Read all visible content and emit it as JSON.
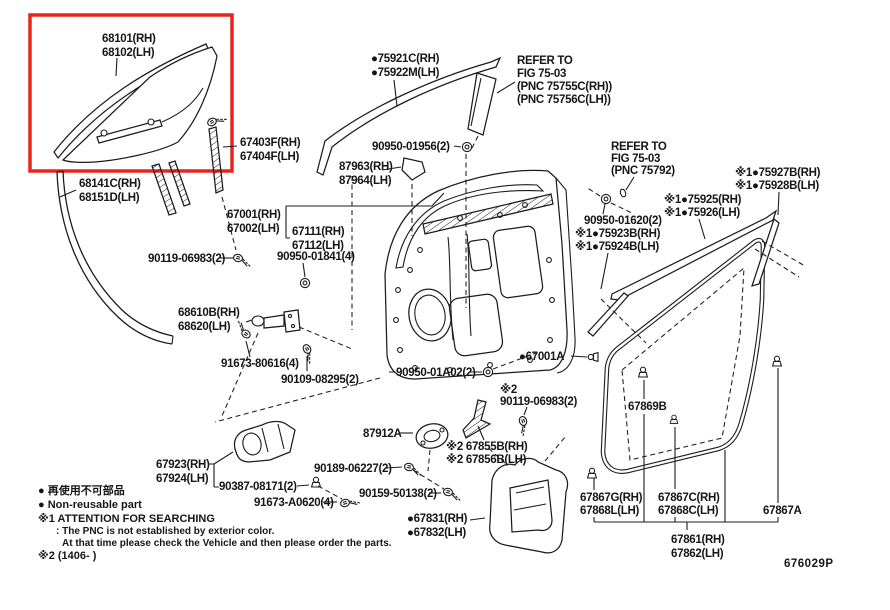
{
  "figure_code": "676029P",
  "colors": {
    "highlight": "#e8251d",
    "line": "#1c1c1c",
    "background": "#ffffff"
  },
  "legend": {
    "nonreusable_jp": "● 再使用不可部品",
    "nonreusable_en": "● Non-reusable part",
    "note1_title": "※1 ATTENTION FOR SEARCHING",
    "note1_line1": ": The PNC is not established by exterior color.",
    "note1_line2": "At that time please check the Vehicle and then please order the parts.",
    "note2": "※2 (1406-    )"
  },
  "callouts": {
    "door_glass": {
      "l1": "68101(RH)",
      "l2": "68102(LH)"
    },
    "rear_sash": {
      "l1": "67403F(RH)",
      "l2": "67404F(LH)"
    },
    "glass_run": {
      "l1": "68141C(RH)",
      "l2": "68151D(LH)"
    },
    "outer_moulding": {
      "l1": "●75921C(RH)",
      "l2": "●75922M(LH)"
    },
    "refer_pillar": {
      "l1": "REFER TO",
      "l2": "FIG 75-03",
      "l3": "(PNC 75755C(RH))",
      "l4": "(PNC 75756C(LH))"
    },
    "grommet_01956": {
      "l1": "90950-01956(2)"
    },
    "pad": {
      "l1": "87963(RH)",
      "l2": "87964(LH)"
    },
    "refer_75792": {
      "l1": "REFER TO",
      "l2": "FIG 75-03",
      "l3": "(PNC 75792)"
    },
    "moulding_75927": {
      "l1": "※1●75927B(RH)",
      "l2": "※1●75928B(LH)"
    },
    "moulding_75925": {
      "l1": "※1●75925(RH)",
      "l2": "※1●75926(LH)"
    },
    "grommet_01620": {
      "l1": "90950-01620(2)"
    },
    "retainer_75923": {
      "l1": "※1●75923B(RH)",
      "l2": "※1●75924B(LH)"
    },
    "door_panel": {
      "l1": "67001(RH)",
      "l2": "67002(LH)"
    },
    "inner_panel": {
      "l1": "67111(RH)",
      "l2": "67112(LH)"
    },
    "bolt_06983": {
      "l1": "90119-06983(2)"
    },
    "grommet_01841": {
      "l1": "90950-01841(4)"
    },
    "door_check": {
      "l1": "68610B(RH)",
      "l2": "68620(LH)"
    },
    "bolt_80616": {
      "l1": "91673-80616(4)"
    },
    "screw_08295": {
      "l1": "90109-08295(2)"
    },
    "grommet_01A02": {
      "l1": "90950-01A02(2)"
    },
    "pad_87912A": {
      "l1": "87912A"
    },
    "bolt_06983b": {
      "l1": "※2",
      "l2": "90119-06983(2)"
    },
    "bracket_67855": {
      "l1": "※2 67855B(RH)",
      "l2": "※2 67856B(LH)"
    },
    "hinge": {
      "l1": "67923(RH)",
      "l2": "67924(LH)"
    },
    "clip_08171": {
      "l1": "90387-08171(2)"
    },
    "screw_06227": {
      "l1": "90189-06227(2)"
    },
    "screw_A0620": {
      "l1": "91673-A0620(4)"
    },
    "screw_50138": {
      "l1": "90159-50138(2)"
    },
    "hole_cover": {
      "l1": "●67831(RH)",
      "l2": "●67832(LH)"
    },
    "clip_67001A": {
      "l1": "●67001A"
    },
    "clip_67869B": {
      "l1": "67869B"
    },
    "clip_67867G": {
      "l1": "67867G(RH)",
      "l2": "67868L(LH)"
    },
    "clip_67867C": {
      "l1": "67867C(RH)",
      "l2": "67868C(LH)"
    },
    "clip_67867A": {
      "l1": "67867A"
    },
    "weatherstrip": {
      "l1": "67861(RH)",
      "l2": "67862(LH)"
    }
  }
}
